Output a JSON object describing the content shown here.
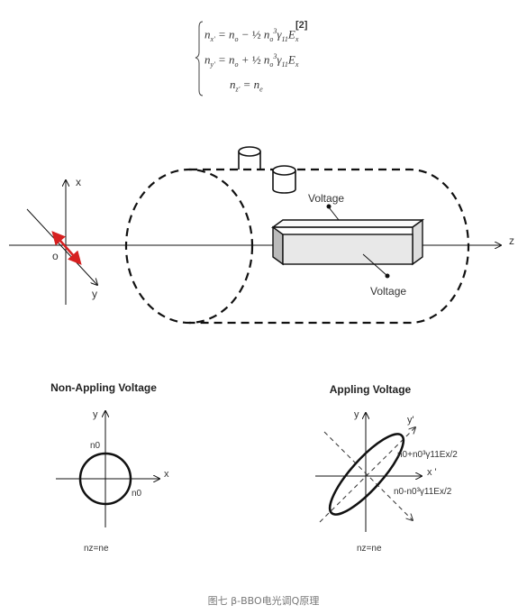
{
  "equation": {
    "tag": "[2]",
    "lines": [
      "n_x' = n_o − ½ n_o³ γ₁₁ E_x",
      "n_y' = n_o + ½ n_o³ γ₁₁ E_x",
      "n_z' = n_e"
    ]
  },
  "crystal_diagram": {
    "axis_x": "x",
    "axis_y": "y",
    "axis_z": "z",
    "origin": "o",
    "voltage_label_top": "Voltage",
    "voltage_label_bottom": "Voltage"
  },
  "left_panel": {
    "title": "Non-Appling Voltage",
    "axis_x": "x",
    "axis_y": "y",
    "n0_top": "n0",
    "n0_right": "n0",
    "nz": "nz=ne"
  },
  "right_panel": {
    "title": "Appling Voltage",
    "axis_y": "y",
    "axis_y_prime": "y'",
    "axis_x_prime": "x '",
    "label_plus": "n0+n0³γ11Ex/2",
    "label_minus": "n0-n0³γ11Ex/2",
    "nz": "nz=ne"
  },
  "caption": "图七 β-BBO电光调Q原理",
  "colors": {
    "red_arrow": "#d62020",
    "line": "#111111",
    "dashed": "#555555"
  }
}
